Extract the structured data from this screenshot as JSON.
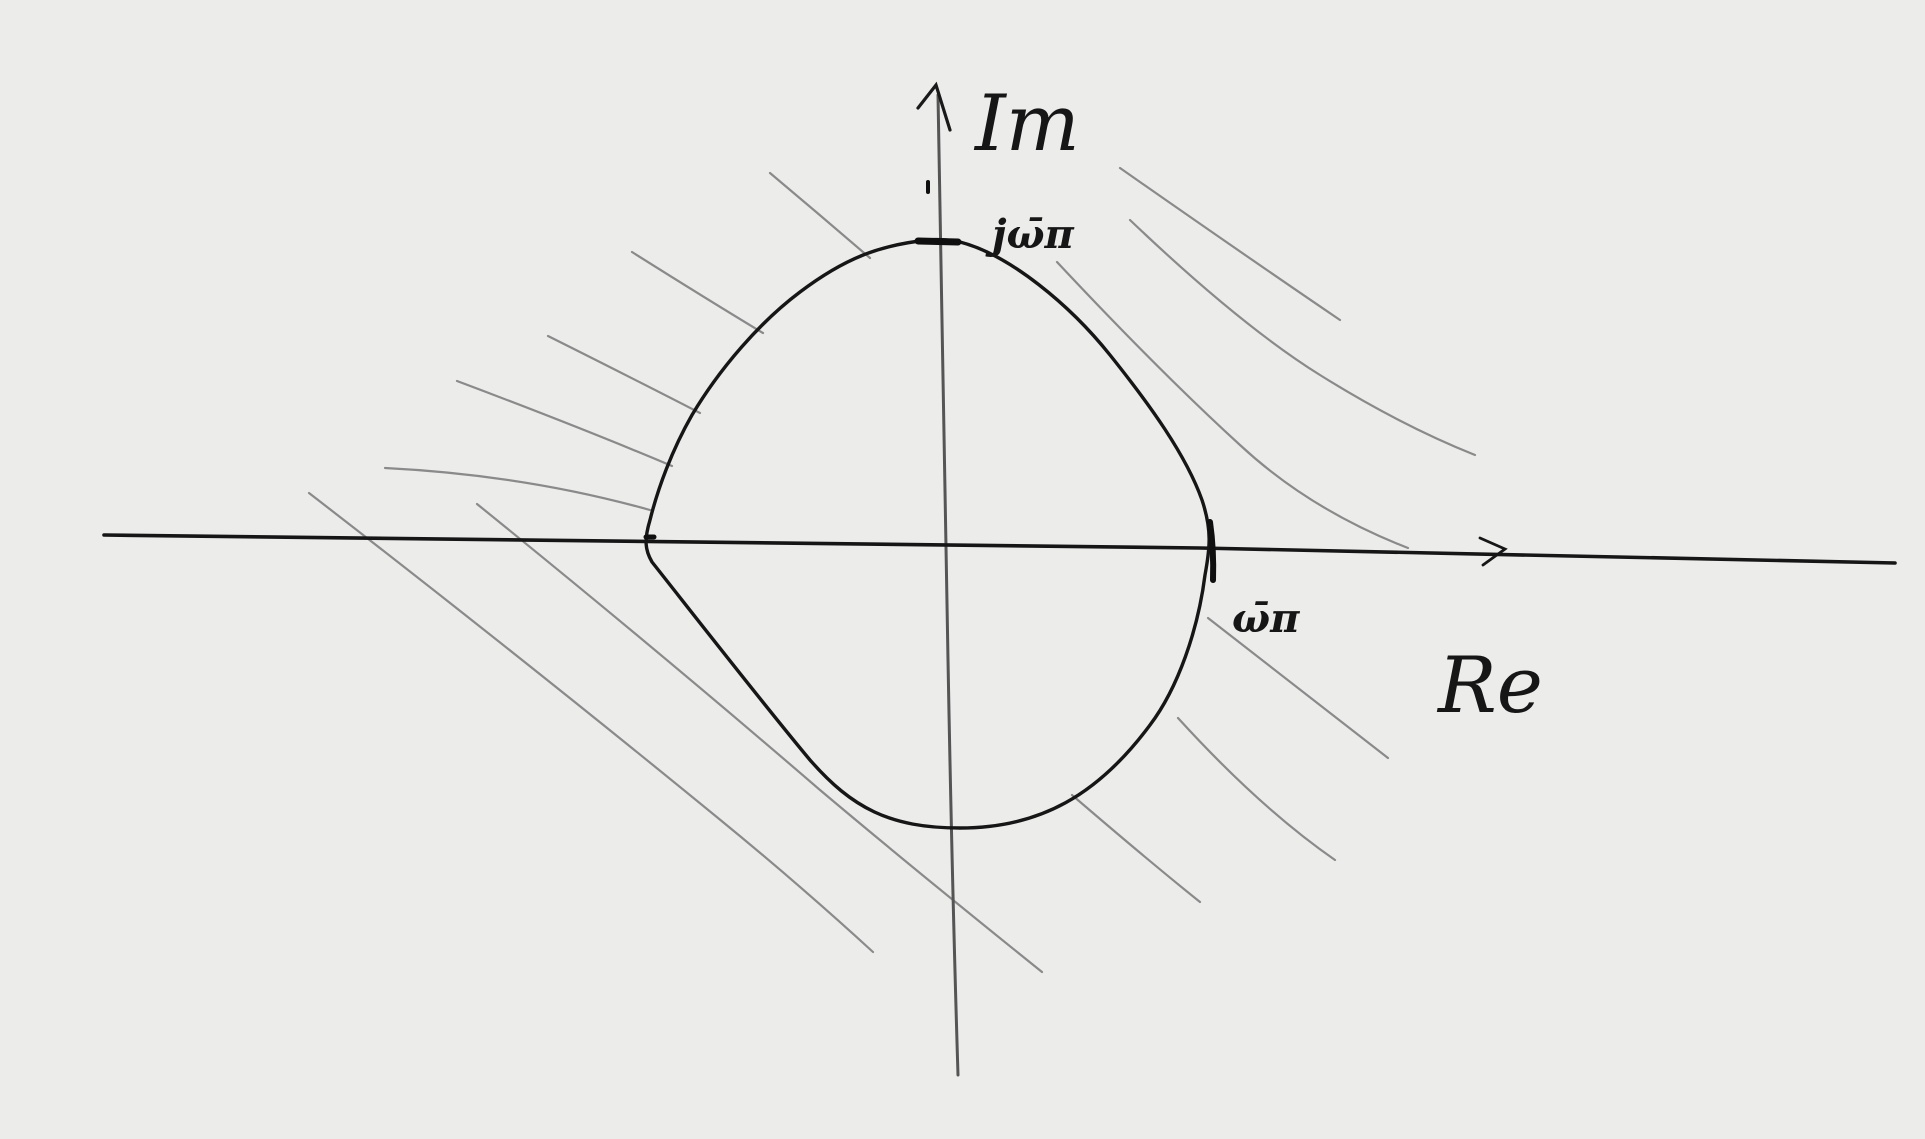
{
  "diagram": {
    "axes": {
      "imaginary_label": "Im",
      "real_label": "Re"
    },
    "markers": {
      "top_label": "jω̄π",
      "right_label": "ω̄π"
    },
    "colors": {
      "paper": "#ececeb",
      "ink": "#161616",
      "shading": "#8a8a8a"
    }
  }
}
